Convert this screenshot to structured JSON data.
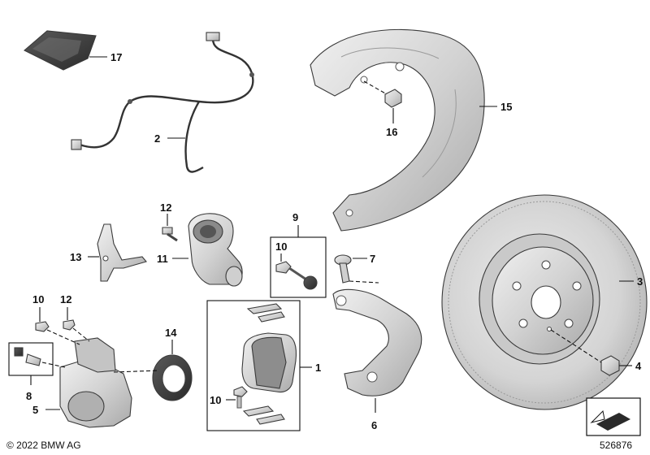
{
  "labels": {
    "l1": "1",
    "l2": "2",
    "l3": "3",
    "l4": "4",
    "l5": "5",
    "l6": "6",
    "l7": "7",
    "l8": "8",
    "l9": "9",
    "l10a": "10",
    "l10b": "10",
    "l10c": "10",
    "l11": "11",
    "l12a": "12",
    "l12b": "12",
    "l13": "13",
    "l14": "14",
    "l15": "15",
    "l16": "16",
    "l17": "17"
  },
  "footer": {
    "copyright": "© 2022 BMW AG",
    "doc_number": "526876"
  },
  "colors": {
    "part_fill": "#d9d9d9",
    "part_dark": "#a8a8a8",
    "part_light": "#ececec",
    "ink": "#111111"
  }
}
